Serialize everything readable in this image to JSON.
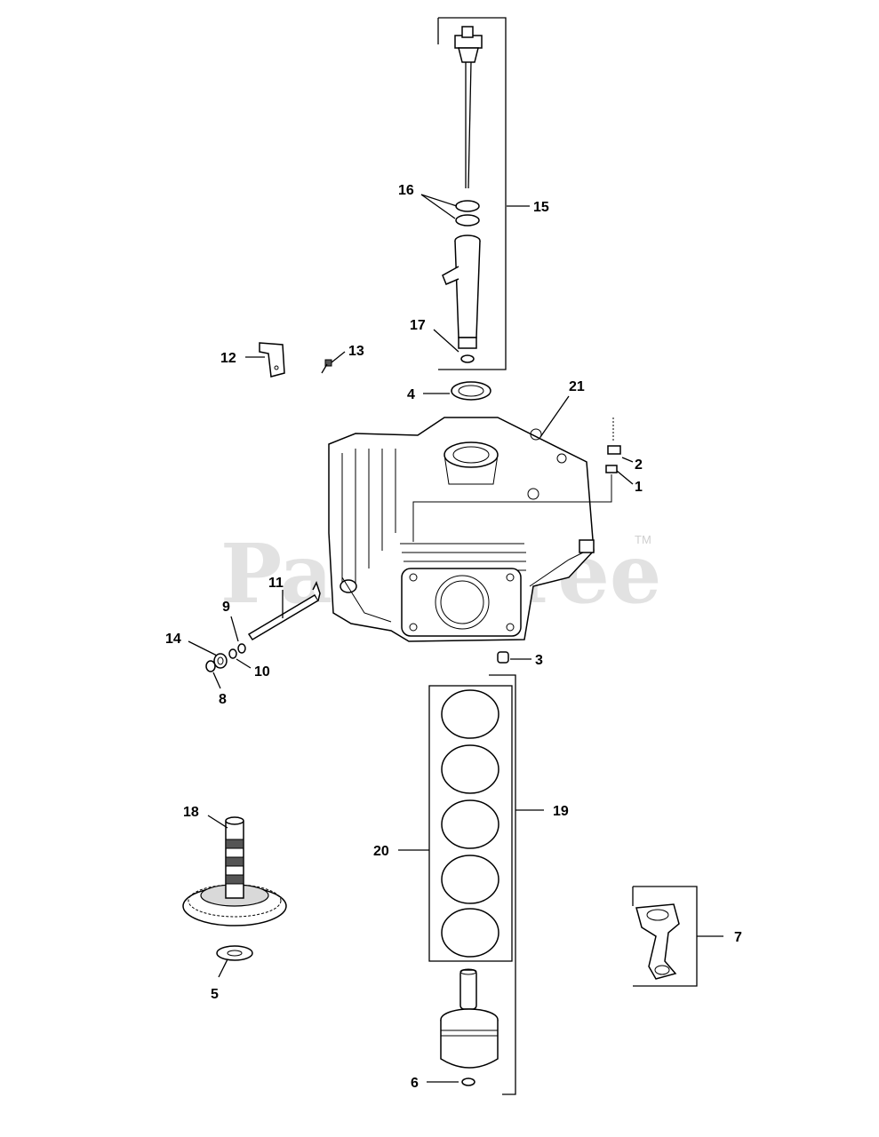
{
  "watermark": {
    "text": "PartsTree",
    "trademark": "TM"
  },
  "callouts": [
    {
      "id": "c1",
      "label": "1"
    },
    {
      "id": "c2",
      "label": "2"
    },
    {
      "id": "c3",
      "label": "3"
    },
    {
      "id": "c4",
      "label": "4"
    },
    {
      "id": "c5",
      "label": "5"
    },
    {
      "id": "c6",
      "label": "6"
    },
    {
      "id": "c7",
      "label": "7"
    },
    {
      "id": "c8",
      "label": "8"
    },
    {
      "id": "c9",
      "label": "9"
    },
    {
      "id": "c10",
      "label": "10"
    },
    {
      "id": "c11",
      "label": "11"
    },
    {
      "id": "c12",
      "label": "12"
    },
    {
      "id": "c13",
      "label": "13"
    },
    {
      "id": "c14",
      "label": "14"
    },
    {
      "id": "c15",
      "label": "15"
    },
    {
      "id": "c16",
      "label": "16"
    },
    {
      "id": "c17",
      "label": "17"
    },
    {
      "id": "c18",
      "label": "18"
    },
    {
      "id": "c19",
      "label": "19"
    },
    {
      "id": "c20",
      "label": "20"
    },
    {
      "id": "c21",
      "label": "21"
    }
  ]
}
